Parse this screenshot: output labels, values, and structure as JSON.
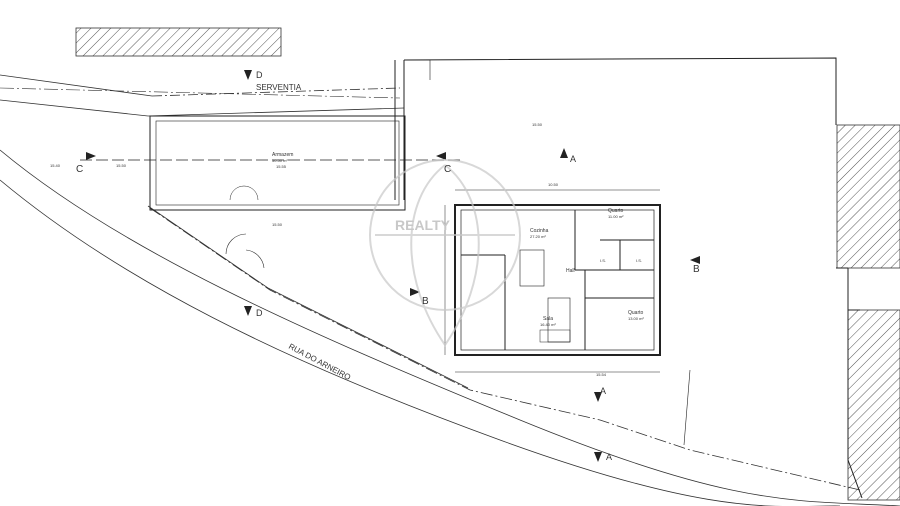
{
  "labels": {
    "serventia": "SERVENTIA",
    "rua": "RUA DO ARNEIRO",
    "section_c": "C",
    "section_b": "B",
    "section_a": "A",
    "section_d": "D",
    "armazem": "Armazem",
    "armazem_area": "50.50 m²",
    "cozinha": "Cozinha",
    "cozinha_area": "27.20 m²",
    "sala": "Sala",
    "sala_area": "16.40 m²",
    "hall": "Hall",
    "quarto1": "Quarto",
    "quarto1_area": "11.00 m²",
    "quarto2": "Quarto",
    "quarto2_area": "13.00 m²",
    "wc1": "I.S.",
    "wc2": "I.S.",
    "level_plot": "15.50",
    "level_left": "15.40",
    "level_left2": "15.50",
    "level_arm": "15.55",
    "level_bottom": "15.50",
    "level_house": "15.54",
    "dim_house_w": "10.50",
    "watermark": "REALTY"
  },
  "colors": {
    "line": "#2a2a2a",
    "hatch": "#555555",
    "watermark": "#c8c8c8"
  }
}
